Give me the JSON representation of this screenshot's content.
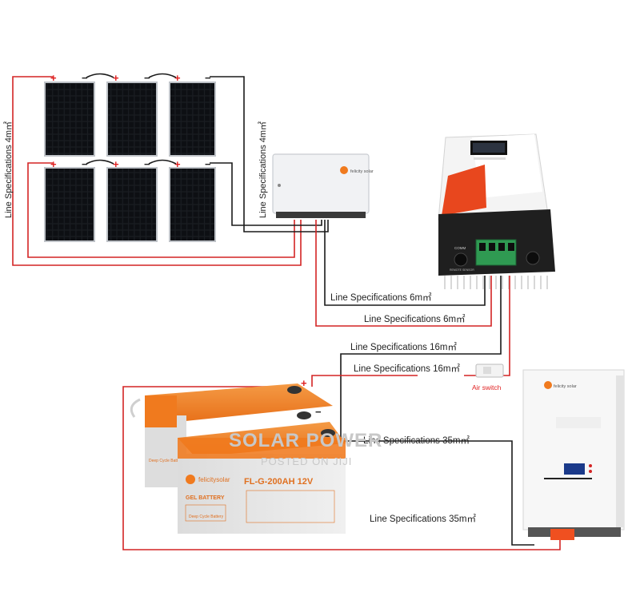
{
  "labels": {
    "panel_left": "Line Specifications 4m㎡",
    "panel_right": "Line Specifications 4m㎡",
    "pv_neg": "Line Specifications 6m㎡",
    "pv_pos": "Line Specifications 6m㎡",
    "batt_neg": "Line Specifications 16m㎡",
    "batt_pos": "Line Specifications 16m㎡",
    "inv_pos": "Line Specifications 35m㎡",
    "inv_neg": "Line Specifications 35m㎡",
    "air_switch": "Air switch"
  },
  "signs": {
    "positive": "+",
    "negative": "−"
  },
  "combiner_brand": "felicity solar",
  "controller": {
    "comm": "COMM",
    "remote": "REMOTE SENSOR"
  },
  "battery": {
    "brand": "felicitysolar",
    "model": "FL-G-200AH 12V",
    "type": "GEL BATTERY",
    "subtitle_1": "Deep Cycle Battery",
    "sub_rear": "Deep Cycle Battery"
  },
  "inverter": {
    "brand": "felicity solar"
  },
  "watermark": {
    "line1": "SOLAR POWER",
    "line2": "POSTED ON JIJI"
  },
  "colors": {
    "wire_positive": "#d42424",
    "wire_negative": "#1a1a1a",
    "battery_orange": "#f07a1e",
    "accent_red": "#e02020"
  }
}
